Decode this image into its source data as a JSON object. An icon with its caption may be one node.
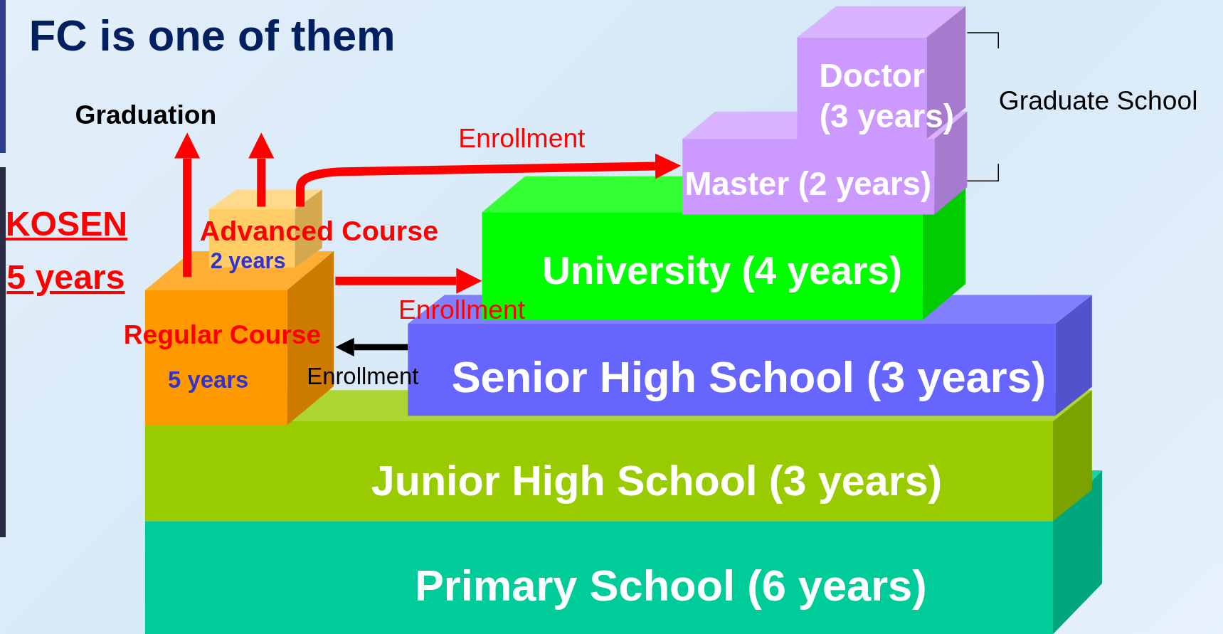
{
  "diagram": {
    "title": "FC is one of them",
    "nodes": [
      {
        "text": [
          "Graduation"
        ]
      },
      {
        "text": [
          "Doctor",
          "(3 years)"
        ]
      },
      {
        "text": [
          "Master (2 years)"
        ]
      },
      {
        "text": [
          "Advanced Course",
          "2 years"
        ]
      },
      {
        "text": [
          "University (4 years)"
        ]
      },
      {
        "text": [
          "Regular Course",
          "5 years"
        ]
      },
      {
        "text": [
          "Senior High School (3 years)"
        ]
      },
      {
        "text": [
          "Junior High School (3 years)"
        ]
      },
      {
        "text": [
          "Primary School (6 years)"
        ]
      }
    ],
    "edges": [
      {
        "from": 5,
        "to": 0,
        "arrow": "to"
      },
      {
        "from": 3,
        "to": 0,
        "arrow": "to"
      },
      {
        "from": 3,
        "to": 2,
        "arrow": "to",
        "label": "Enrollment"
      },
      {
        "from": 5,
        "to": 4,
        "arrow": "to",
        "label": "Enrollment"
      },
      {
        "from": 6,
        "to": 5,
        "arrow": "to",
        "label": "Enrollment",
        "color": "#000000"
      }
    ],
    "labels": [
      "KOSEN",
      "5 years",
      "Graduate School"
    ]
  }
}
